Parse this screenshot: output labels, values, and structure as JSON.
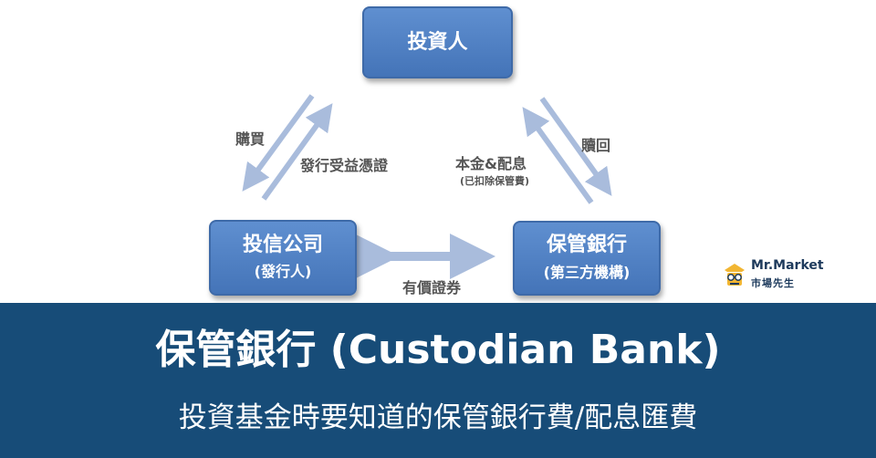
{
  "diagram": {
    "nodes": {
      "investor": {
        "label": "投資人"
      },
      "fund_company": {
        "label": "投信公司",
        "sublabel": "(發行人)"
      },
      "custodian_bank": {
        "label": "保管銀行",
        "sublabel": "(第三方機構)"
      }
    },
    "edge_labels": {
      "buy": "購買",
      "issue_certificates": "發行受益憑證",
      "redeem": "贖回",
      "principal_dividend": "本金&配息",
      "fee_deducted": "(已扣除保管費)",
      "securities": "有價證券"
    },
    "arrow_color": "#a9bcdc"
  },
  "logo": {
    "name": "Mr.Market",
    "subtitle": "市場先生",
    "icon": "detective-glasses-icon"
  },
  "banner": {
    "title": "保管銀行 (Custodian Bank)",
    "subtitle": "投資基金時要知道的保管銀行費/配息匯費",
    "background": "#174c78"
  }
}
